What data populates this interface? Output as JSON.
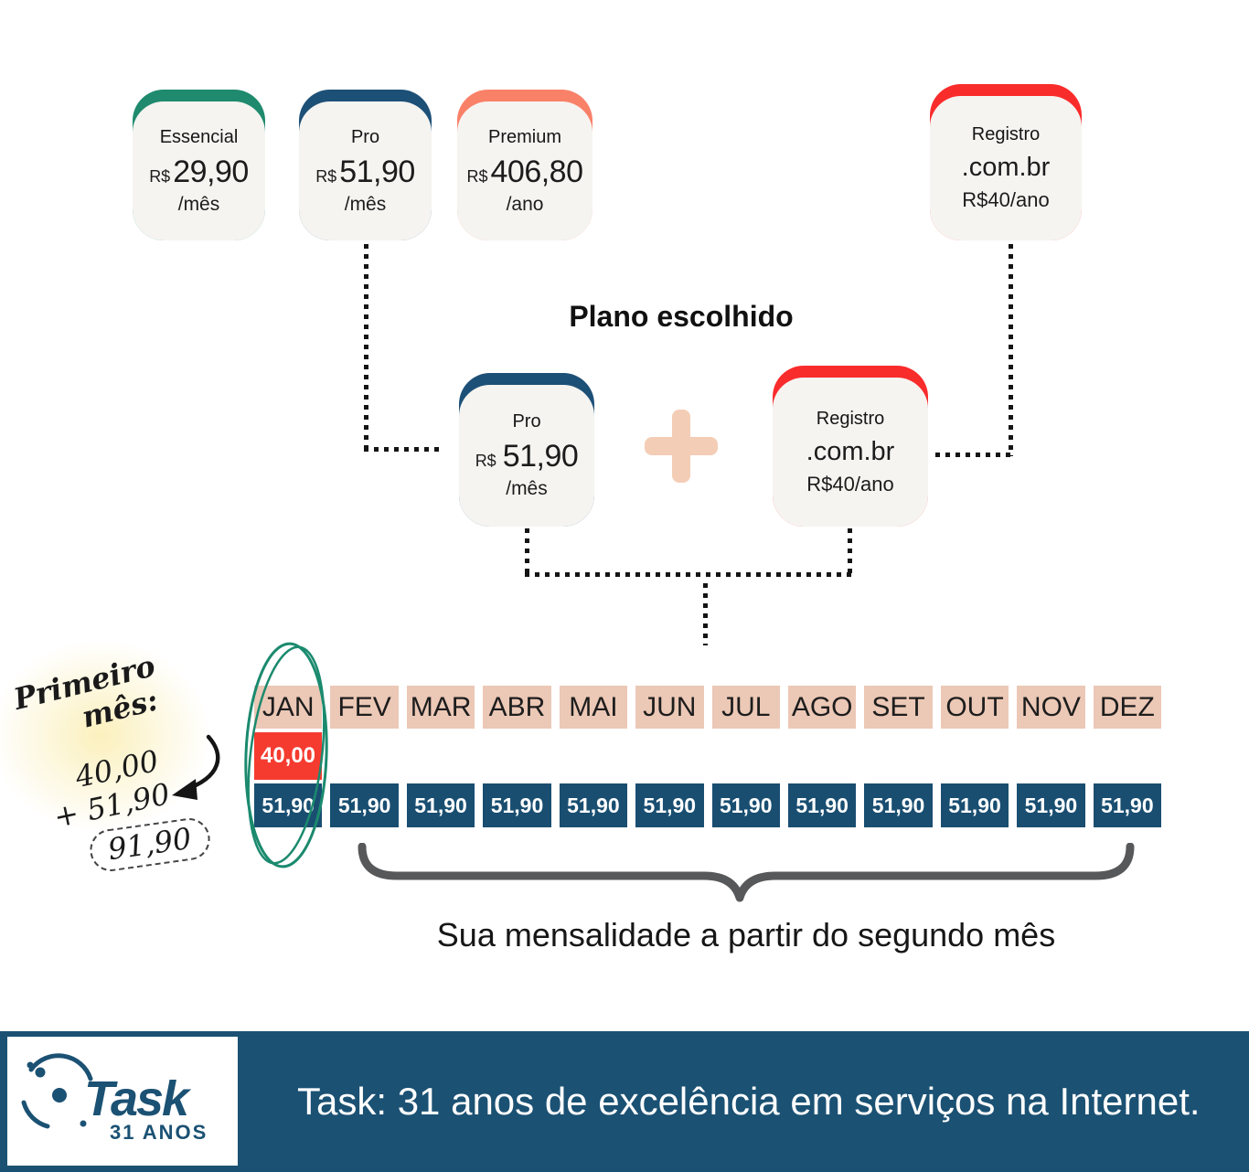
{
  "top_plans": [
    {
      "name": "Essencial",
      "currency": "R$",
      "price": "29,90",
      "period": "/mês"
    },
    {
      "name": "Pro",
      "currency": "R$",
      "price": "51,90",
      "period": "/mês"
    },
    {
      "name": "Premium",
      "currency": "R$",
      "price": "406,80",
      "period": "/ano"
    }
  ],
  "top_registro": {
    "name": "Registro",
    "domain": ".com.br",
    "price": "R$40/ano"
  },
  "chosen": {
    "title": "Plano escolhido",
    "plan": {
      "name": "Pro",
      "currency": "R$",
      "price": "51,90",
      "period": "/mês"
    },
    "registro": {
      "name": "Registro",
      "domain": ".com.br",
      "price": "R$40/ano"
    }
  },
  "note": {
    "label_line1": "Primeiro",
    "label_line2": "mês:",
    "value1": "40,00",
    "value2": "+ 51,90",
    "total": "91,90"
  },
  "calendar": {
    "months": [
      "JAN",
      "FEV",
      "MAR",
      "ABR",
      "MAI",
      "JUN",
      "JUL",
      "AGO",
      "SET",
      "OUT",
      "NOV",
      "DEZ"
    ],
    "jan_extra_fee": "40,00",
    "monthly": [
      "51,90",
      "51,90",
      "51,90",
      "51,90",
      "51,90",
      "51,90",
      "51,90",
      "51,90",
      "51,90",
      "51,90",
      "51,90",
      "51,90"
    ]
  },
  "caption": "Sua mensalidade a partir do segundo mês",
  "footer": {
    "logo_word": "Task",
    "logo_sub": "31 ANOS",
    "text": "Task: 31 anos de excelência em serviços na Internet."
  },
  "colors": {
    "essencial_accent": "#1f8a6d",
    "pro_accent": "#1d5077",
    "premium_accent": "#f98168",
    "registro_accent": "#f92c2c",
    "card_background": "#f5f4f1",
    "plus_sign": "#f4cdb6",
    "month_cell": "#ecc8b6",
    "jan_fee_cell": "#f53b30",
    "monthly_cell": "#194e71",
    "highlight_circle": "#1b8a6e",
    "brace": "#57585a",
    "footer_bar": "#1b5173"
  }
}
